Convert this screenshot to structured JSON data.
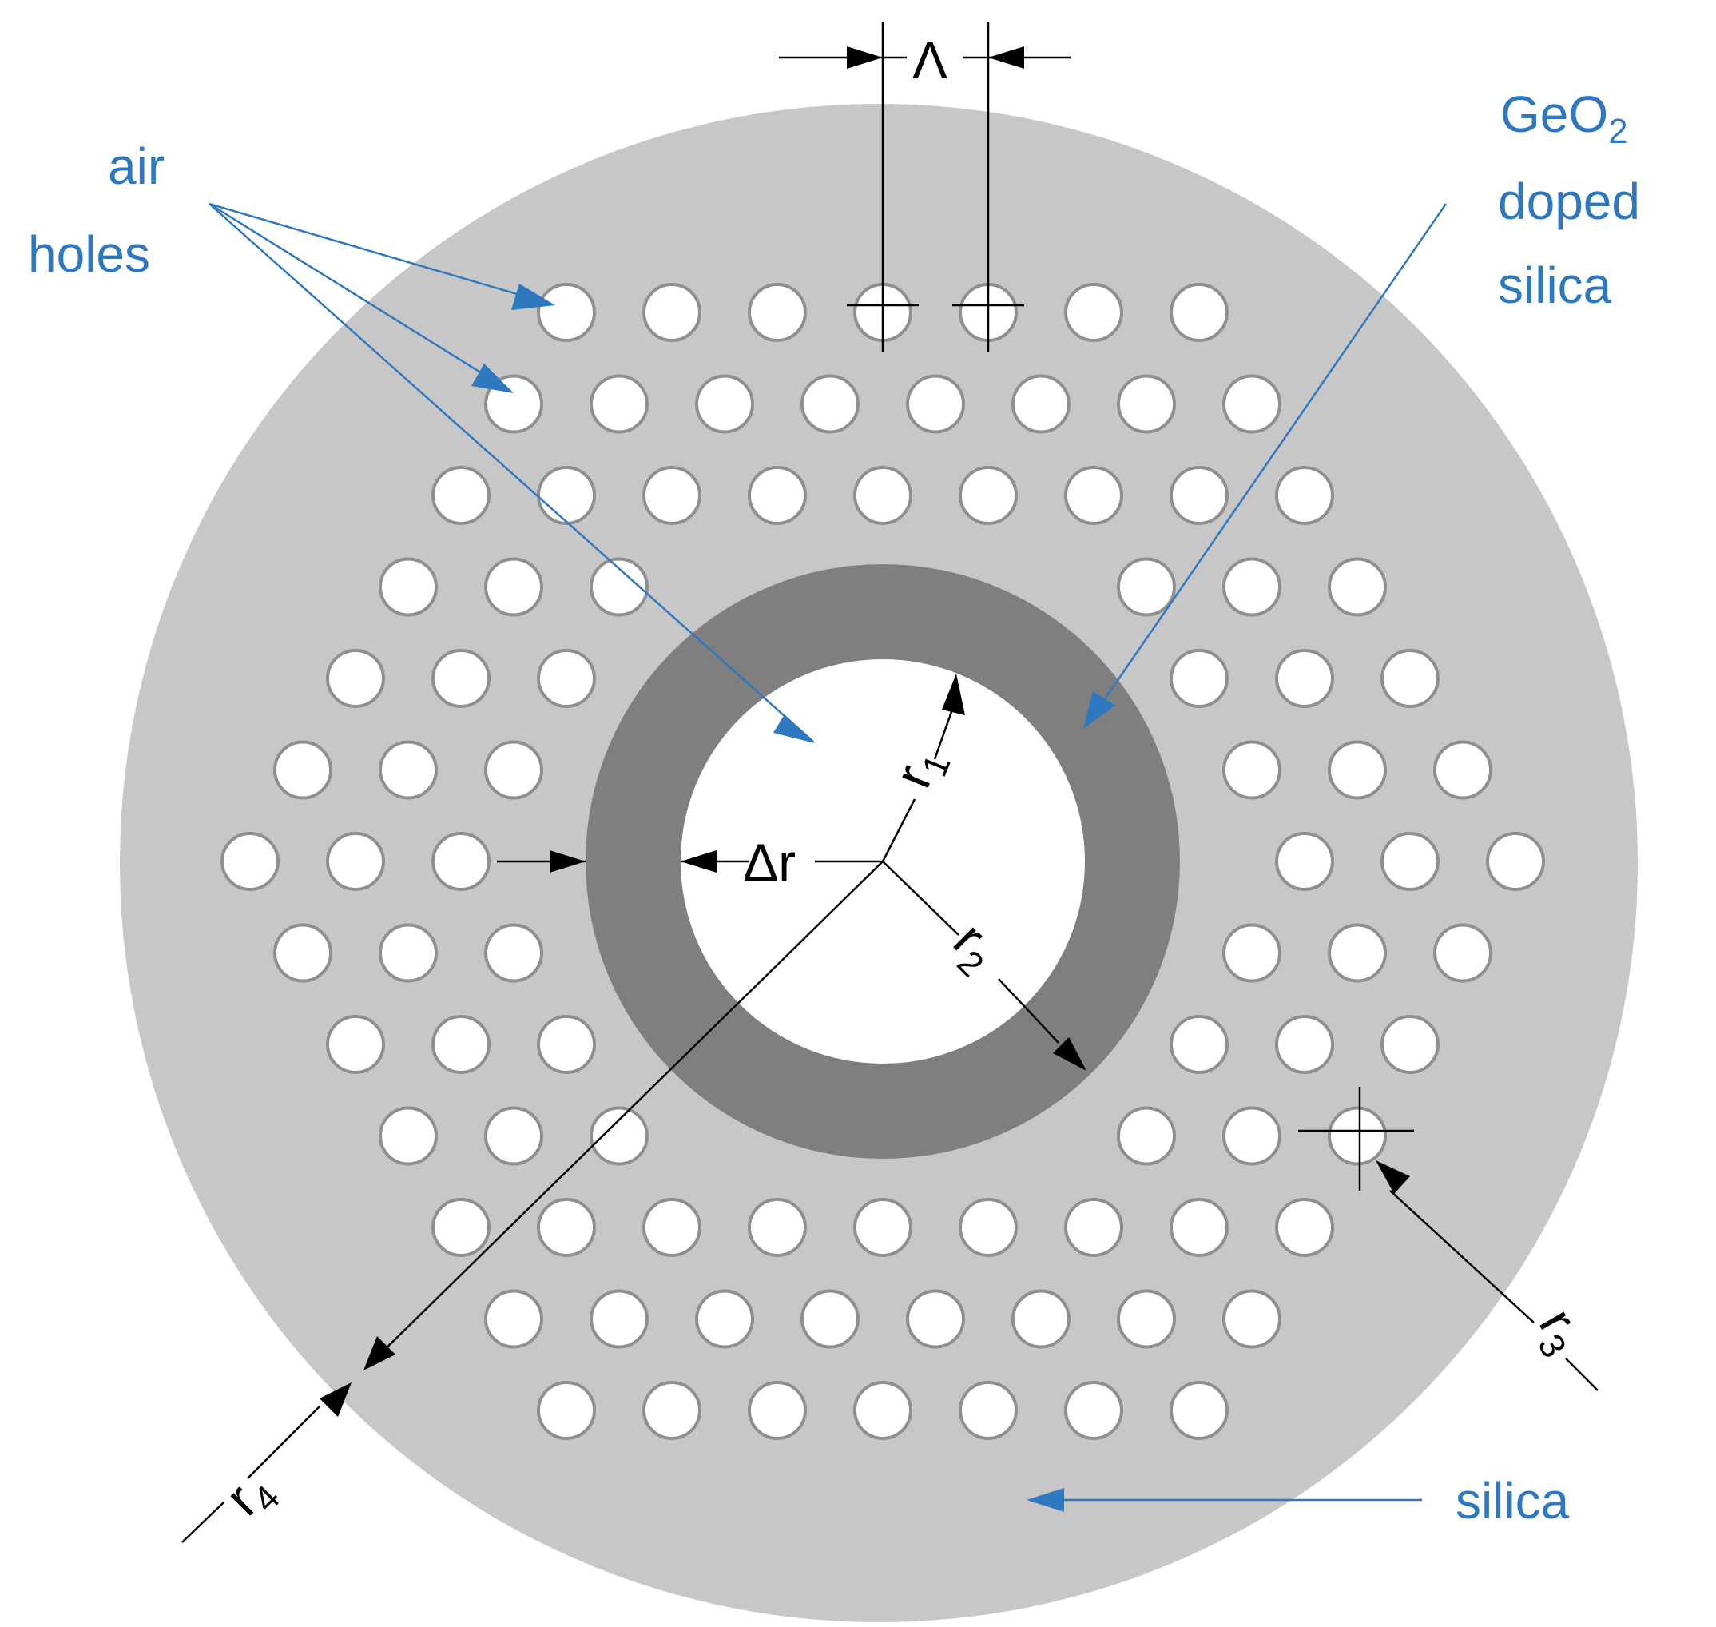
{
  "labels": {
    "air_holes": [
      "air",
      "holes"
    ],
    "geo2_doped_silica": [
      "GeO",
      "2",
      "doped",
      "silica"
    ],
    "silica": "silica",
    "lambda": "Λ",
    "delta_r": "Δr",
    "r1": [
      "r",
      "1"
    ],
    "r2": [
      "r",
      "2"
    ],
    "r3": [
      "r",
      "3"
    ],
    "r4": [
      "r",
      "4"
    ]
  },
  "colors": {
    "cladding": "#c7c7c7",
    "doped_ring": "#7f7f7f",
    "core": "#ffffff",
    "annotation_blue": "#2e78bf",
    "dimension_black": "#000000"
  },
  "holes": {
    "rows": 13,
    "row_counts": [
      7,
      8,
      9,
      6,
      6,
      6,
      6,
      6,
      6,
      6,
      9,
      8,
      7
    ]
  }
}
